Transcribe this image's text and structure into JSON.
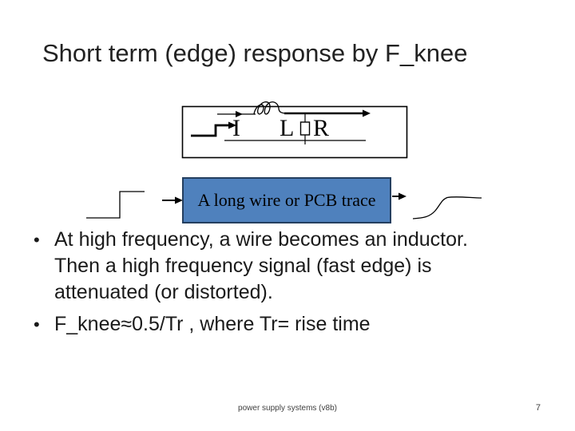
{
  "title": "Short term (edge) response by F_knee",
  "circuit": {
    "label_current": "I",
    "label_inductor": "L",
    "label_resistor": "R"
  },
  "trace_box": {
    "label": "A long wire or PCB trace",
    "fill_color": "#4f81bd",
    "border_color": "#243f60"
  },
  "bullet_char": "•",
  "bullets": [
    {
      "lines": [
        "At high frequency, a wire becomes an inductor.",
        "Then a high frequency signal (fast edge) is",
        "attenuated (or distorted)."
      ]
    },
    {
      "lines": [
        "F_knee≈0.5/Tr , where Tr= rise time"
      ]
    }
  ],
  "footer": {
    "text": "power supply systems (v8b)",
    "page_number": "7"
  },
  "colors": {
    "background": "#ffffff",
    "title_text": "#222222",
    "body_text": "#1a1a1a",
    "line_art": "#000000",
    "footer_text": "#3f3f3f"
  }
}
